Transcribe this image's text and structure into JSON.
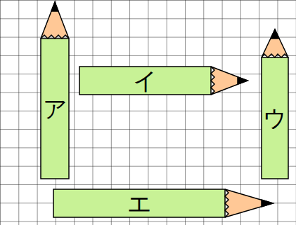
{
  "diagram": {
    "nodes": [
      {
        "text": [
          "ア"
        ]
      },
      {
        "text": [
          "イ"
        ]
      },
      {
        "text": [
          "ウ"
        ]
      },
      {
        "text": [
          "エ"
        ]
      }
    ]
  }
}
